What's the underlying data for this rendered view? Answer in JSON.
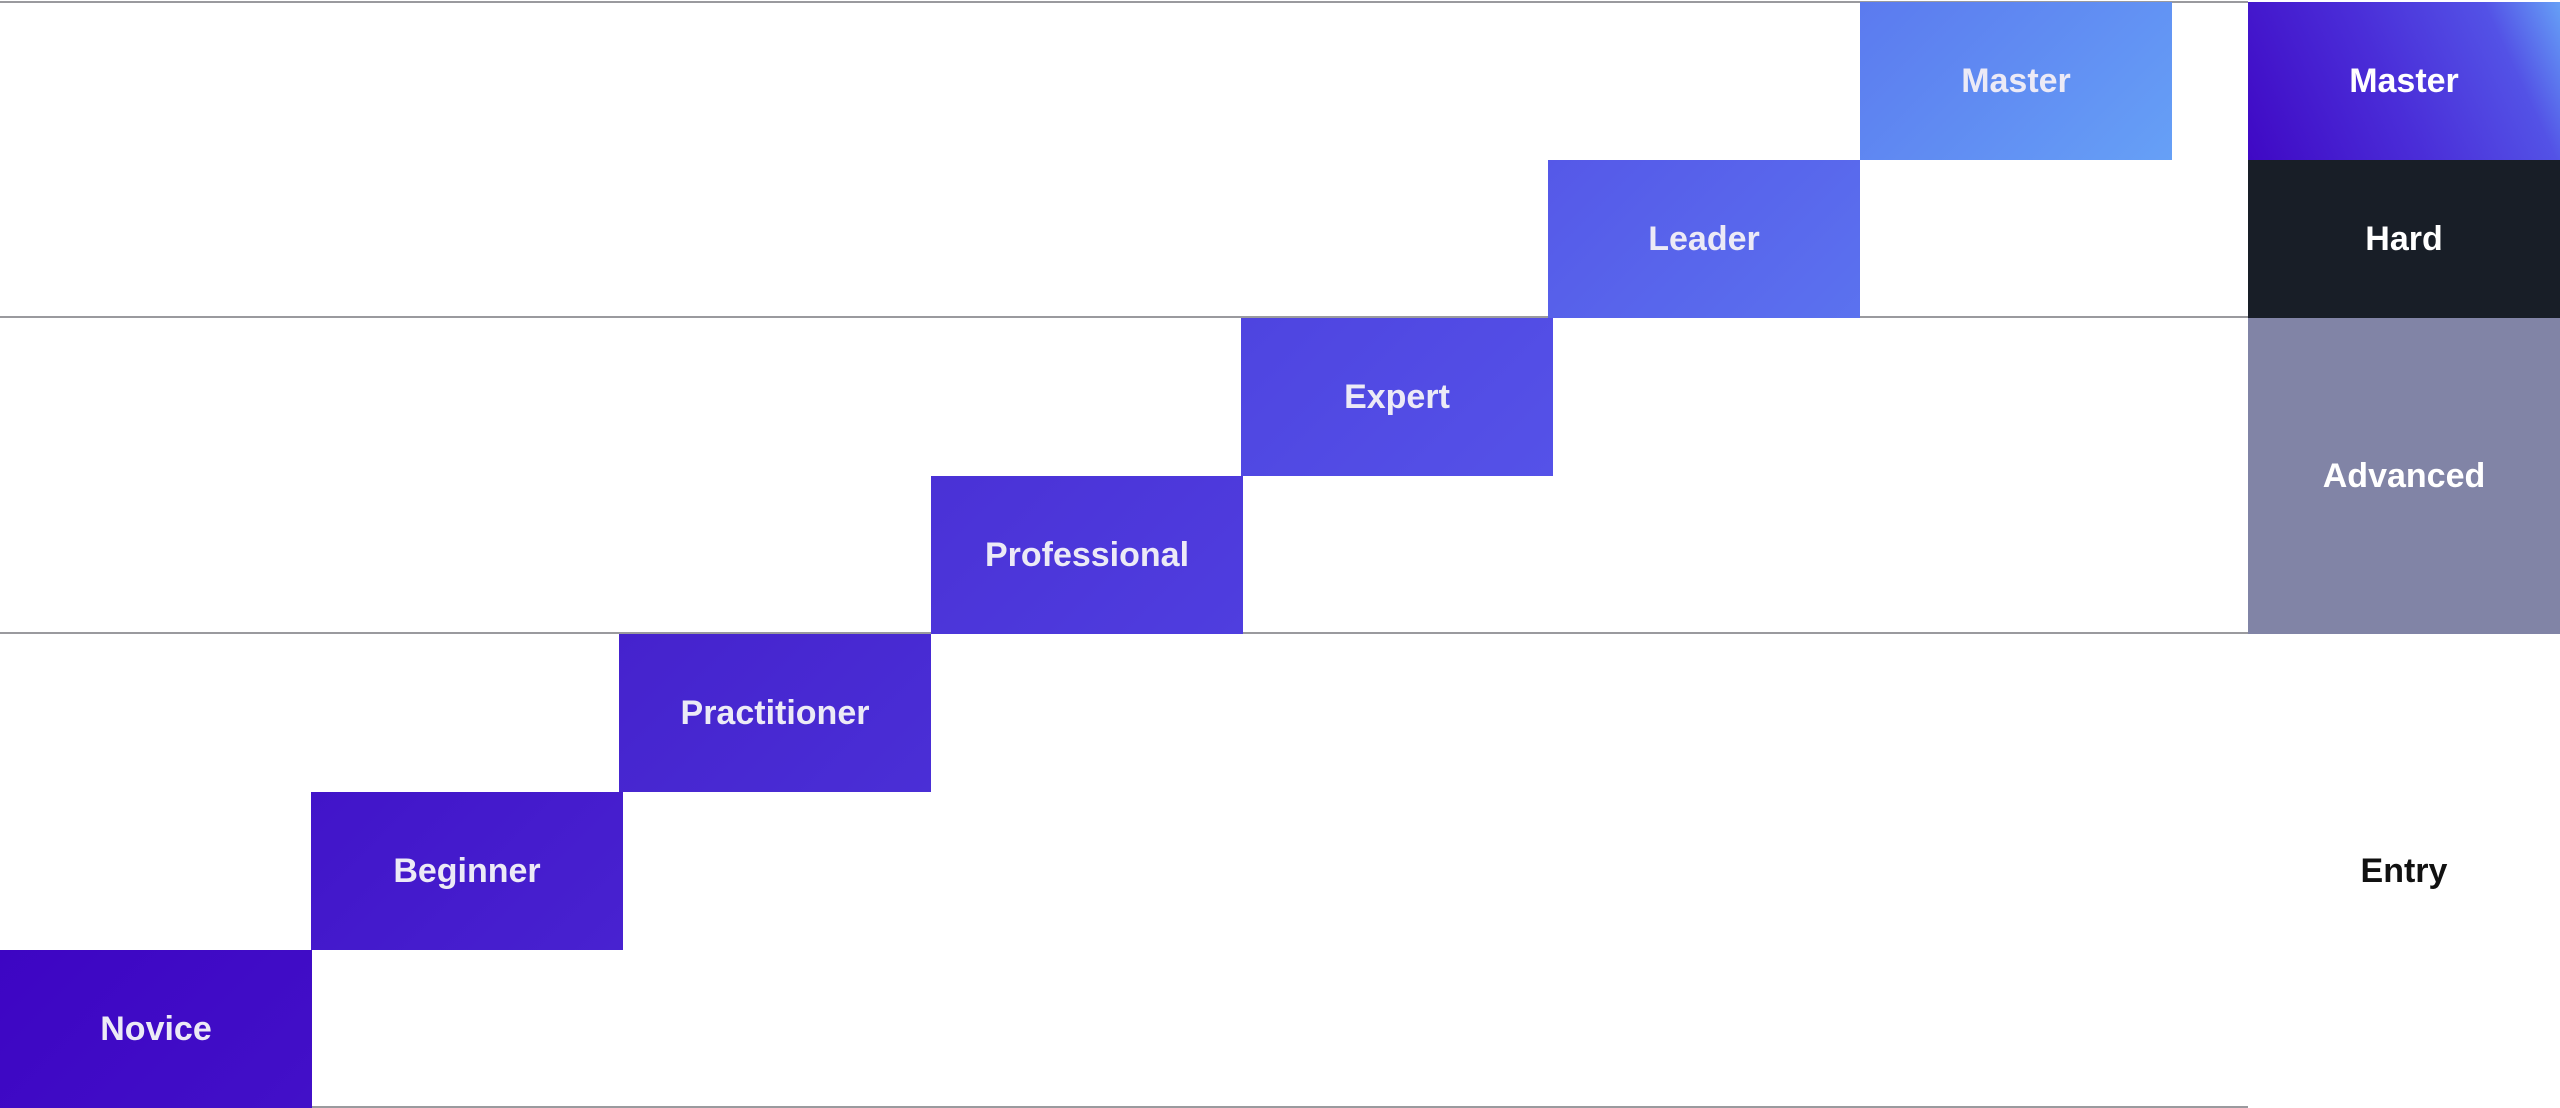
{
  "steps": [
    {
      "label": "Novice",
      "color": "#3e07c3"
    },
    {
      "label": "Beginner",
      "color": "#441bcc"
    },
    {
      "label": "Practitioner",
      "color": "#4729d3"
    },
    {
      "label": "Professional",
      "color": "#4c36db"
    },
    {
      "label": "Expert",
      "color": "#5149e3"
    },
    {
      "label": "Leader",
      "color": "#5866ec"
    },
    {
      "label": "Master",
      "color": "#6293f3"
    }
  ],
  "tiers": [
    {
      "label": "Master",
      "color": "#4a2fd8"
    },
    {
      "label": "Hard",
      "color": "#181e27"
    },
    {
      "label": "Advanced",
      "color": "#8184a6"
    },
    {
      "label": "Entry",
      "color": "#ffffff"
    }
  ]
}
